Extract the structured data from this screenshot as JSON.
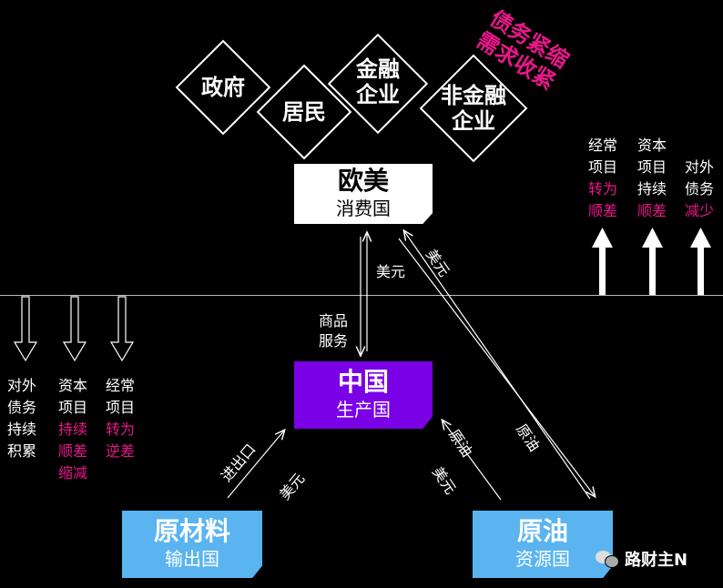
{
  "sectors": [
    {
      "id": "gov",
      "label": "政府"
    },
    {
      "id": "households",
      "label": "居民"
    },
    {
      "id": "fin",
      "label": "金融\n企业"
    },
    {
      "id": "nonfin",
      "label": "非金融\n企业"
    }
  ],
  "debt_tightening": "债务紧缩\n需求收紧",
  "nodes": {
    "west": {
      "title": "欧美",
      "subtitle": "消费国"
    },
    "china": {
      "title": "中国",
      "subtitle": "生产国"
    },
    "materials": {
      "title": "原材料",
      "subtitle": "输出国"
    },
    "oil": {
      "title": "原油",
      "subtitle": "资源国"
    }
  },
  "flows": {
    "usd": "美元",
    "goods": "商品\n服务",
    "oil": "原油",
    "imports_exports": "进出口"
  },
  "right_cols": [
    {
      "white": "经常\n项目",
      "pink": "转为\n顺差"
    },
    {
      "white": "资本\n项目\n持续",
      "pink": "顺差"
    },
    {
      "white": "对外\n债务",
      "pink": "减少"
    }
  ],
  "left_cols": [
    {
      "white": "对外\n债务\n持续\n积累",
      "pink": ""
    },
    {
      "white": "资本\n项目",
      "pink": "持续\n顺差\n缩减"
    },
    {
      "white": "经常\n项目",
      "pink": "转为\n逆差"
    }
  ],
  "watermark": "路财主N",
  "colors": {
    "pink": "#e8178a",
    "purple": "#7a00e6",
    "blue": "#5ab4f0",
    "white_box": "#ffffff"
  }
}
